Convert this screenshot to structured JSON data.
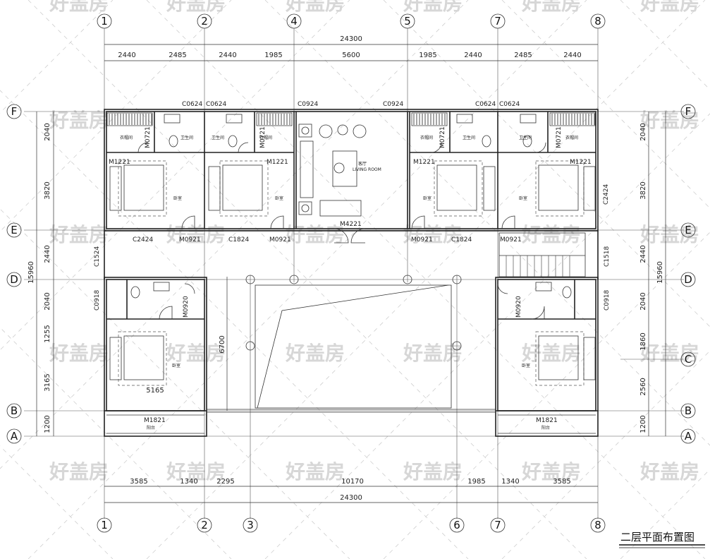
{
  "title": "二层平面布置图",
  "watermark": "好盖房",
  "axes": {
    "top": [
      "1",
      "2",
      "4",
      "5",
      "7",
      "8"
    ],
    "bottom": [
      "1",
      "2",
      "3",
      "6",
      "7",
      "8"
    ],
    "rows": [
      "F",
      "E",
      "D",
      "C",
      "B",
      "A"
    ]
  },
  "dimensions": {
    "top_total": "24300",
    "top_segments": [
      "2440",
      "2485",
      "2440",
      "1985",
      "5600",
      "1985",
      "2440",
      "2485",
      "2440"
    ],
    "bottom_total": "24300",
    "bottom_segments": [
      "3585",
      "1340",
      "2295",
      "10170",
      "1985",
      "1340",
      "3585"
    ],
    "left_total": "15960",
    "left_segments": [
      "2040",
      "3820",
      "2440",
      "2040",
      "1255",
      "3165",
      "1200"
    ],
    "right_total": "15960",
    "right_segments": [
      "2040",
      "3820",
      "2440",
      "2040",
      "1860",
      "2560",
      "1200"
    ],
    "void_depth": "6700",
    "bedroom_width": "5165"
  },
  "openings": {
    "c0624_a": "C0624",
    "c0624_b": "C0624",
    "c0624_c": "C0624",
    "c0624_d": "C0624",
    "c0924_a": "C0924",
    "c0924_b": "C0924",
    "m0721_a": "M0721",
    "m0721_b": "M0721",
    "m0721_c": "M0721",
    "m0721_d": "M0721",
    "m1221_a": "M1221",
    "m1221_b": "M1221",
    "m1221_c": "M1221",
    "m1221_d": "M1221",
    "c2424_a": "C2424",
    "c2424_b": "C2424",
    "m0921_a": "M0921",
    "m0921_b": "M0921",
    "m0921_c": "M0921",
    "m0921_d": "M0921",
    "c1824_a": "C1824",
    "c1824_b": "C1824",
    "m4221": "M4221",
    "c1524": "C1524",
    "c1518": "C1518",
    "c0918_a": "C0918",
    "c0918_b": "C0918",
    "m0920_a": "M0920",
    "m0920_b": "M0920",
    "m1821_a": "M1821",
    "m1821_b": "M1821"
  },
  "rooms": {
    "living": "客厅",
    "living_en": "LIVING ROOM",
    "wardrobe": "衣帽间",
    "bathroom": "卫生间",
    "bedroom": "卧室",
    "balcony": "阳台"
  }
}
